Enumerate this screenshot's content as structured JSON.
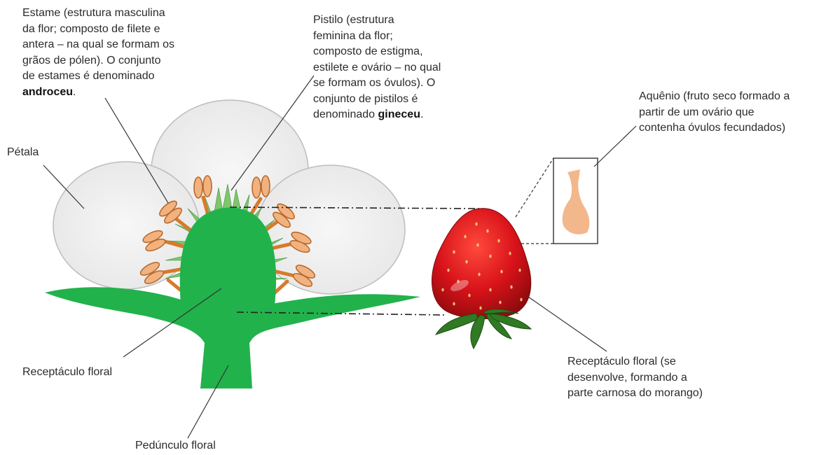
{
  "labels": {
    "estame": {
      "lines": [
        "Estame (estrutura masculina",
        "da flor; composto de filete e",
        "antera – na qual se formam os",
        "grãos de pólen). O conjunto",
        "de estames é denominado"
      ],
      "term": "androceu",
      "term_suffix": "."
    },
    "pistilo": {
      "lines": [
        "Pistilo (estrutura",
        "feminina da flor;",
        "composto de estigma,",
        "estilete e ovário – no qual",
        "se formam os óvulos). O",
        "conjunto de pistilos é"
      ],
      "term_prefix": "denominado ",
      "term": "gineceu",
      "term_suffix": "."
    },
    "aquenio": {
      "lines": [
        "Aquênio (fruto seco formado a",
        "partir de um ovário que",
        "contenha óvulos fecundados)"
      ]
    },
    "petala": "Pétala",
    "receptaculo_flor": "Receptáculo floral",
    "receptaculo_morango": {
      "lines": [
        "Receptáculo floral (se",
        "desenvolve, formando a",
        "parte carnosa do morango)"
      ]
    },
    "pedunculo": "Pedúnculo floral"
  },
  "colors": {
    "petal_fill": "#efefef",
    "petal_stroke": "#bdbdbd",
    "receptacle_green": "#22b24c",
    "stamen_filament": "#d77a2a",
    "anther_fill": "#f2b27f",
    "anther_stroke": "#b86a2c",
    "achene": "#f3b78c",
    "strawberry_red": "#d9131a",
    "text": "#2b2b2b"
  }
}
